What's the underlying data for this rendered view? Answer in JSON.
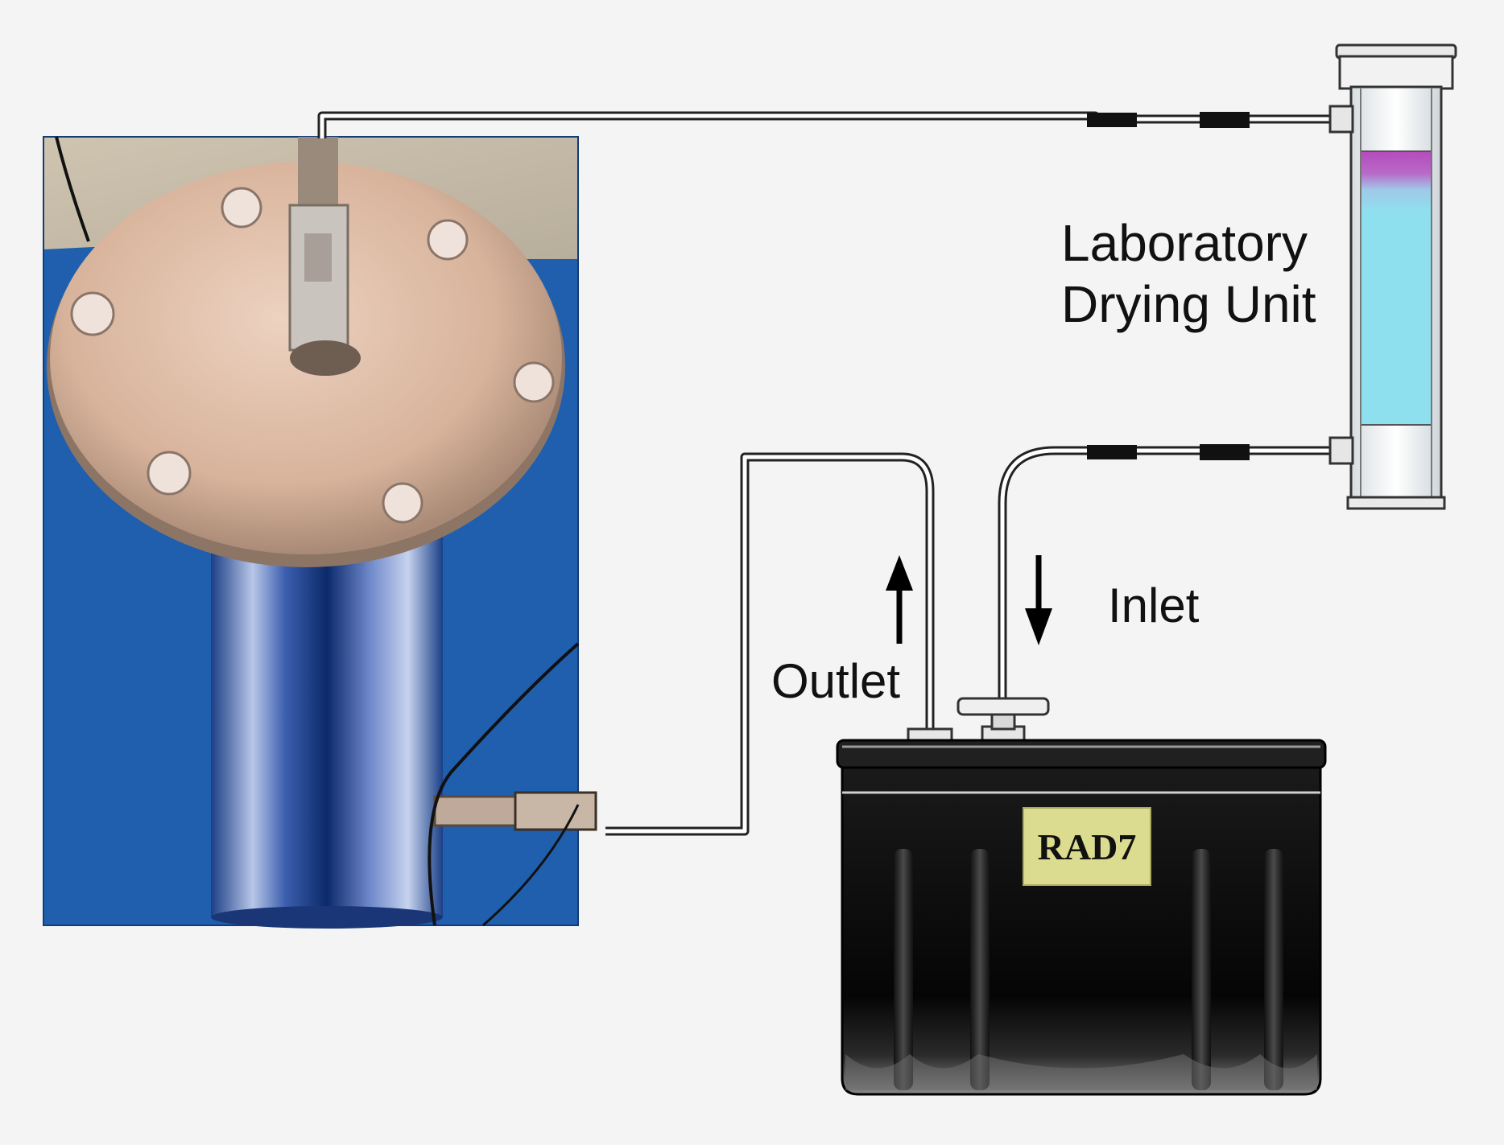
{
  "labels": {
    "drying_unit_line1": "Laboratory",
    "drying_unit_line2": "Drying Unit",
    "outlet": "Outlet",
    "inlet": "Inlet",
    "detector": "RAD7"
  },
  "colors": {
    "background": "#f4f4f4",
    "photo_blue": "#1f5fae",
    "flange": "#d9b8a0",
    "detector_body": "#0a0a0a",
    "detector_label": "#dcdc90",
    "desiccant_blue": "#8fe0ee",
    "desiccant_purple": "#b54bbd",
    "tube": "#222222"
  },
  "icons": {
    "outlet_arrow": "arrow-up-icon",
    "inlet_arrow": "arrow-down-icon"
  }
}
